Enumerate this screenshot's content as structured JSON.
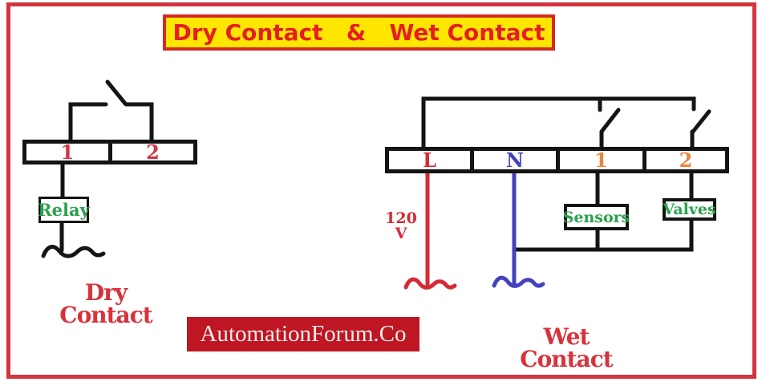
{
  "title": {
    "label": "Dry Contact   &   Wet Contact"
  },
  "dry_circuit": {
    "caption": "Dry Contact",
    "terminals": [
      {
        "label": "1"
      },
      {
        "label": "2"
      }
    ],
    "load": {
      "label": "Relay"
    }
  },
  "wet_circuit": {
    "caption": "Wet Contact",
    "voltage": "120 V",
    "terminals": [
      {
        "label": "L"
      },
      {
        "label": "N"
      },
      {
        "label": "1"
      },
      {
        "label": "2"
      }
    ],
    "loads": [
      {
        "label": "Sensors"
      },
      {
        "label": "Valves"
      }
    ]
  },
  "footer": {
    "brand": "AutomationForum.Co"
  },
  "colors": {
    "frame": "#d23440",
    "title_bg": "#ffe600",
    "title_text": "#e41e24",
    "title_border": "#d42a24",
    "caption_red": "#d8333b",
    "wire_black": "#141414",
    "live_red": "#d62b35",
    "neutral_blue": "#4343bd",
    "terminal_orange": "#e9863b",
    "terminal_crimson": "#d43545",
    "load_green": "#2ca04e",
    "banner_bg": "#be1622",
    "banner_text": "#f5ecec"
  }
}
